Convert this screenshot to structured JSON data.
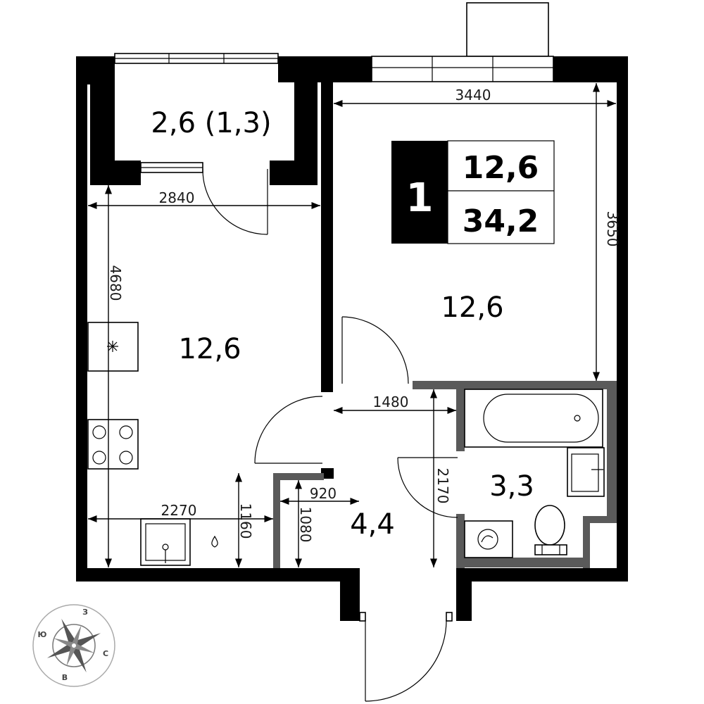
{
  "badge": {
    "rooms": "1",
    "living_area": "12,6",
    "total_area": "34,2"
  },
  "areas": {
    "balcony": "2,6 (1,3)",
    "kitchen": "12,6",
    "room": "12,6",
    "bathroom": "3,3",
    "hall": "4,4"
  },
  "dimensions": {
    "room_width": "3440",
    "room_depth": "3650",
    "kitchen_width": "2840",
    "kitchen_depth": "4680",
    "hall_width": "1480",
    "bath_depth": "2170",
    "counter_width": "2270",
    "counter_depth": "1160",
    "corridor_width": "920",
    "corridor_depth": "1080"
  },
  "compass": {
    "north": "З",
    "west": "Ю",
    "east": "С",
    "south": "В"
  },
  "colors": {
    "wall": "#000000",
    "wet_zone_wall": "#5a5a5a"
  }
}
